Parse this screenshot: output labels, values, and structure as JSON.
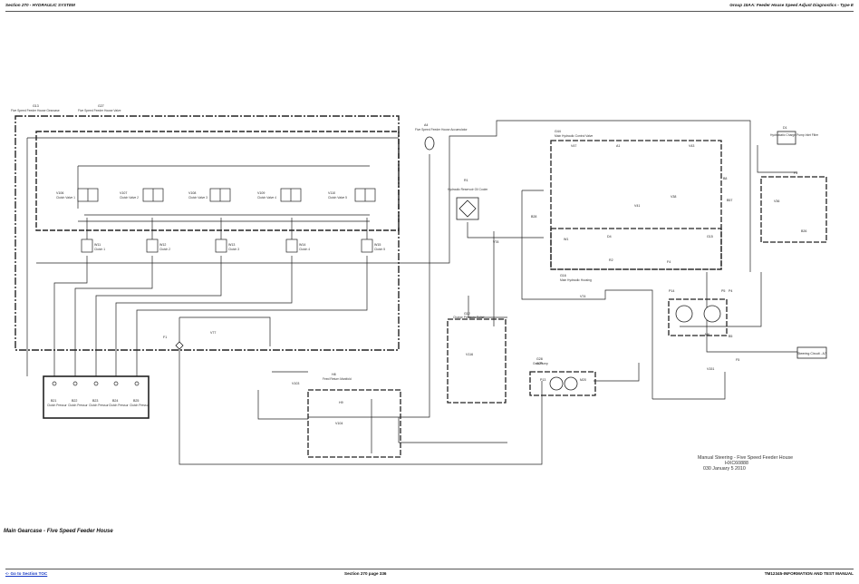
{
  "header": {
    "left": "Section 270 - HYDRAULIC SYSTEM",
    "right": "Group 15AA: Feeder House Speed Adjust Diagnostics - Type E"
  },
  "caption": "Main Gearcase - Five Speed Feeder House",
  "footer": {
    "link": "<- Go to Section TOC",
    "center": "Section 270 page 336",
    "right": "TM12345-INFORMATION AND TEST MANUAL"
  },
  "diagram": {
    "title_block": {
      "line1": "Manual Steering - Five Speed Feeder House",
      "line2": "HXC60888",
      "line3": "030 January 5 2010"
    },
    "steering_box": "Steering Circuit - A7",
    "groups": {
      "g13": "G13",
      "g13_sub": "Five Speed Feeder House Gearcase",
      "g27": "G27",
      "g27_sub": "Five Speed Feeder House Valve",
      "a4": "A4",
      "a4_sub": "Five Speed Feeder House Accumulator",
      "r1": "R1",
      "r1_sub": "Hydraulic Reservoir Oil Cooler",
      "g44": "G44",
      "g44_sub": "Main Hydraulic Control Valve",
      "g16": "G16",
      "g16_sub": "Main Hydraulic Housing",
      "f3": "F3",
      "d1": "D1",
      "d1_sub": "Hydrostatic Charge Pump Inlet Filter",
      "g12": "G12",
      "g12_sub": "Charge Pressure Relief",
      "g28": "G28",
      "g28_sub": "Gear Pump",
      "h8": "H8",
      "h8_sub": "Feed Return Manifold",
      "p4": "P4",
      "p14": "P14",
      "m6": "M6",
      "v151": "V151"
    },
    "valves": [
      {
        "tag": "V106",
        "label": "Clutch Valve 1"
      },
      {
        "tag": "V107",
        "label": "Clutch Valve 2"
      },
      {
        "tag": "V108",
        "label": "Clutch Valve 3"
      },
      {
        "tag": "V109",
        "label": "Clutch Valve 4"
      },
      {
        "tag": "V110",
        "label": "Clutch Valve 5"
      }
    ],
    "clutches": [
      {
        "tag": "W11",
        "label": "Clutch 1"
      },
      {
        "tag": "W12",
        "label": "Clutch 2"
      },
      {
        "tag": "W13",
        "label": "Clutch 3"
      },
      {
        "tag": "W14",
        "label": "Clutch 4"
      },
      {
        "tag": "W15",
        "label": "Clutch 5"
      }
    ],
    "ports": [
      {
        "tag": "B21",
        "label": "Clutch Pressure Test Port"
      },
      {
        "tag": "B22",
        "label": "Clutch Pressure Test Port"
      },
      {
        "tag": "B23",
        "label": "Clutch Pressure Test Port"
      },
      {
        "tag": "B24",
        "label": "Clutch Pressure Test Port"
      },
      {
        "tag": "B25",
        "label": "Clutch Pressure Test Port"
      }
    ],
    "misc": {
      "v77": "V77",
      "v78": "V78",
      "v47": "V47",
      "a1": "A1",
      "v43": "V43",
      "v41": "V41",
      "v38": "V38",
      "b28": "B28",
      "b8": "B8",
      "b57": "B57",
      "w1": "W1",
      "d4": "D4",
      "r2": "R2",
      "f4": "F4",
      "g15": "G15",
      "v36": "V36",
      "b26": "B26",
      "v74": "V74",
      "p13": "P13",
      "m20": "M20",
      "g29": "G29",
      "v116": "V116",
      "v103": "V103",
      "h9": "H9",
      "v104": "V104",
      "b5": "B5",
      "f5": "F5",
      "p5": "P5",
      "f1": "F1"
    }
  }
}
